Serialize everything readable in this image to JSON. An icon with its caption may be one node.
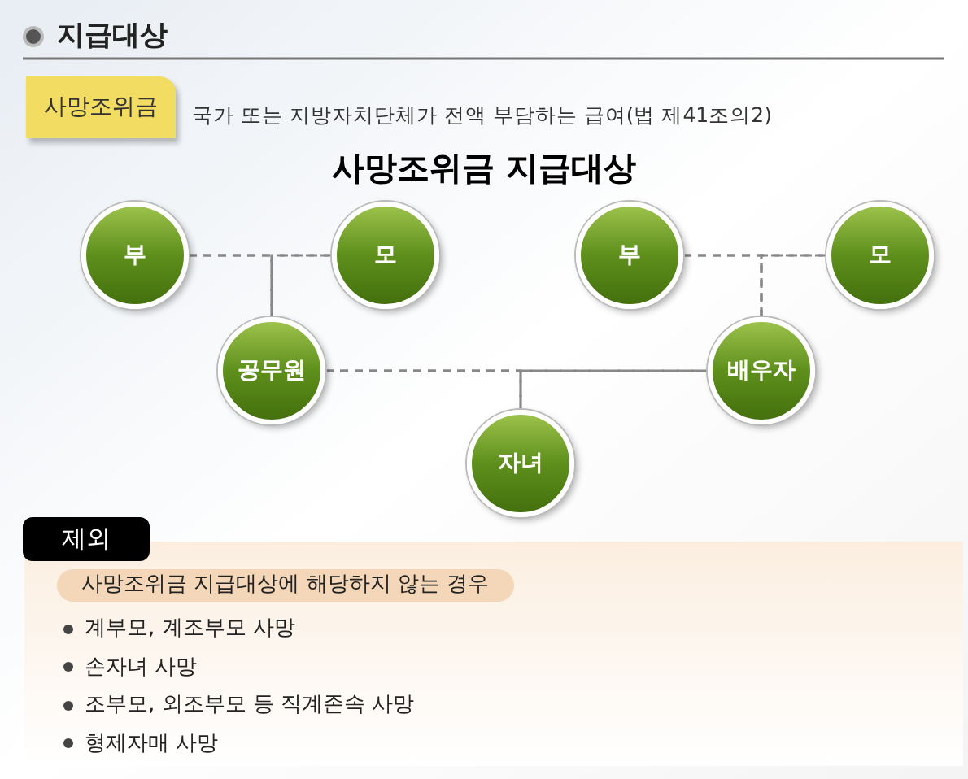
{
  "diagram": {
    "title": "지급대상",
    "nodes": [
      {
        "text": [
          "부"
        ]
      },
      {
        "text": [
          "모"
        ]
      },
      {
        "text": [
          "공무원"
        ]
      },
      {
        "text": [
          "부"
        ]
      },
      {
        "text": [
          "모"
        ]
      },
      {
        "text": [
          "배우자"
        ]
      },
      {
        "text": [
          "자녀"
        ]
      },
      {
        "text": [
          "사망조위금"
        ],
        "beside": [
          "국가 또는 지방자치단체가 전액 부담하는 급여(법 제41조의2)"
        ]
      },
      {
        "text": [
          "제외"
        ]
      },
      {
        "text": [
          "사망조위금 지급대상에 해당하지 않는 경우",
          "계부모, 계조부모 사망",
          "손자녀 사망",
          "조부모, 외조부모 등 직계존속 사망",
          "형제자매 사망"
        ]
      }
    ],
    "edges": [
      {
        "from": 0,
        "to": 1,
        "arrow": "none",
        "style": "dashed"
      },
      {
        "from": 0,
        "to": 2,
        "arrow": "none",
        "style": "dashed"
      },
      {
        "from": 1,
        "to": 2,
        "arrow": "none",
        "style": "dashed"
      },
      {
        "from": 3,
        "to": 4,
        "arrow": "none",
        "style": "dashed"
      },
      {
        "from": 3,
        "to": 5,
        "arrow": "none",
        "style": "dashed"
      },
      {
        "from": 4,
        "to": 5,
        "arrow": "none",
        "style": "dashed"
      },
      {
        "from": 2,
        "to": 5,
        "arrow": "none",
        "style": "dashed"
      },
      {
        "from": 2,
        "to": 6,
        "arrow": "none",
        "style": "dashed"
      },
      {
        "from": 5,
        "to": 6,
        "arrow": "none",
        "style": "dashed"
      }
    ],
    "labels": [
      "사망조위금 지급대상"
    ]
  }
}
